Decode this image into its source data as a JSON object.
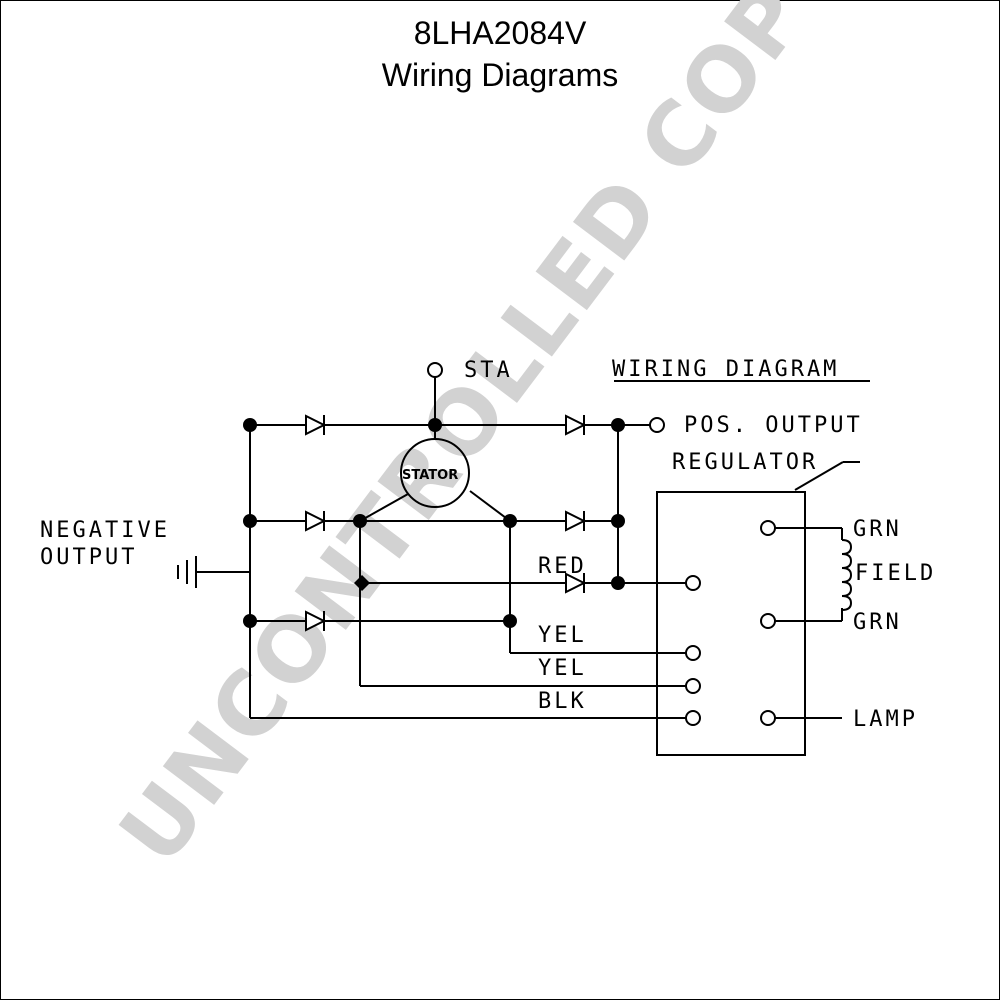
{
  "title": "8LHA2084V",
  "subtitle": "Wiring Diagrams",
  "watermark": "UNCONTROLLED COPY",
  "labels": {
    "sta": "STA",
    "wiring_diagram": "WIRING DIAGRAM",
    "pos_output": "POS. OUTPUT",
    "regulator": "REGULATOR",
    "stator": "STATOR",
    "negative": "NEGATIVE",
    "output": "OUTPUT",
    "red": "RED",
    "yel_1": "YEL",
    "yel_2": "YEL",
    "blk": "BLK",
    "grn_top": "GRN",
    "field": "FIELD",
    "grn_bottom": "GRN",
    "lamp": "LAMP"
  }
}
